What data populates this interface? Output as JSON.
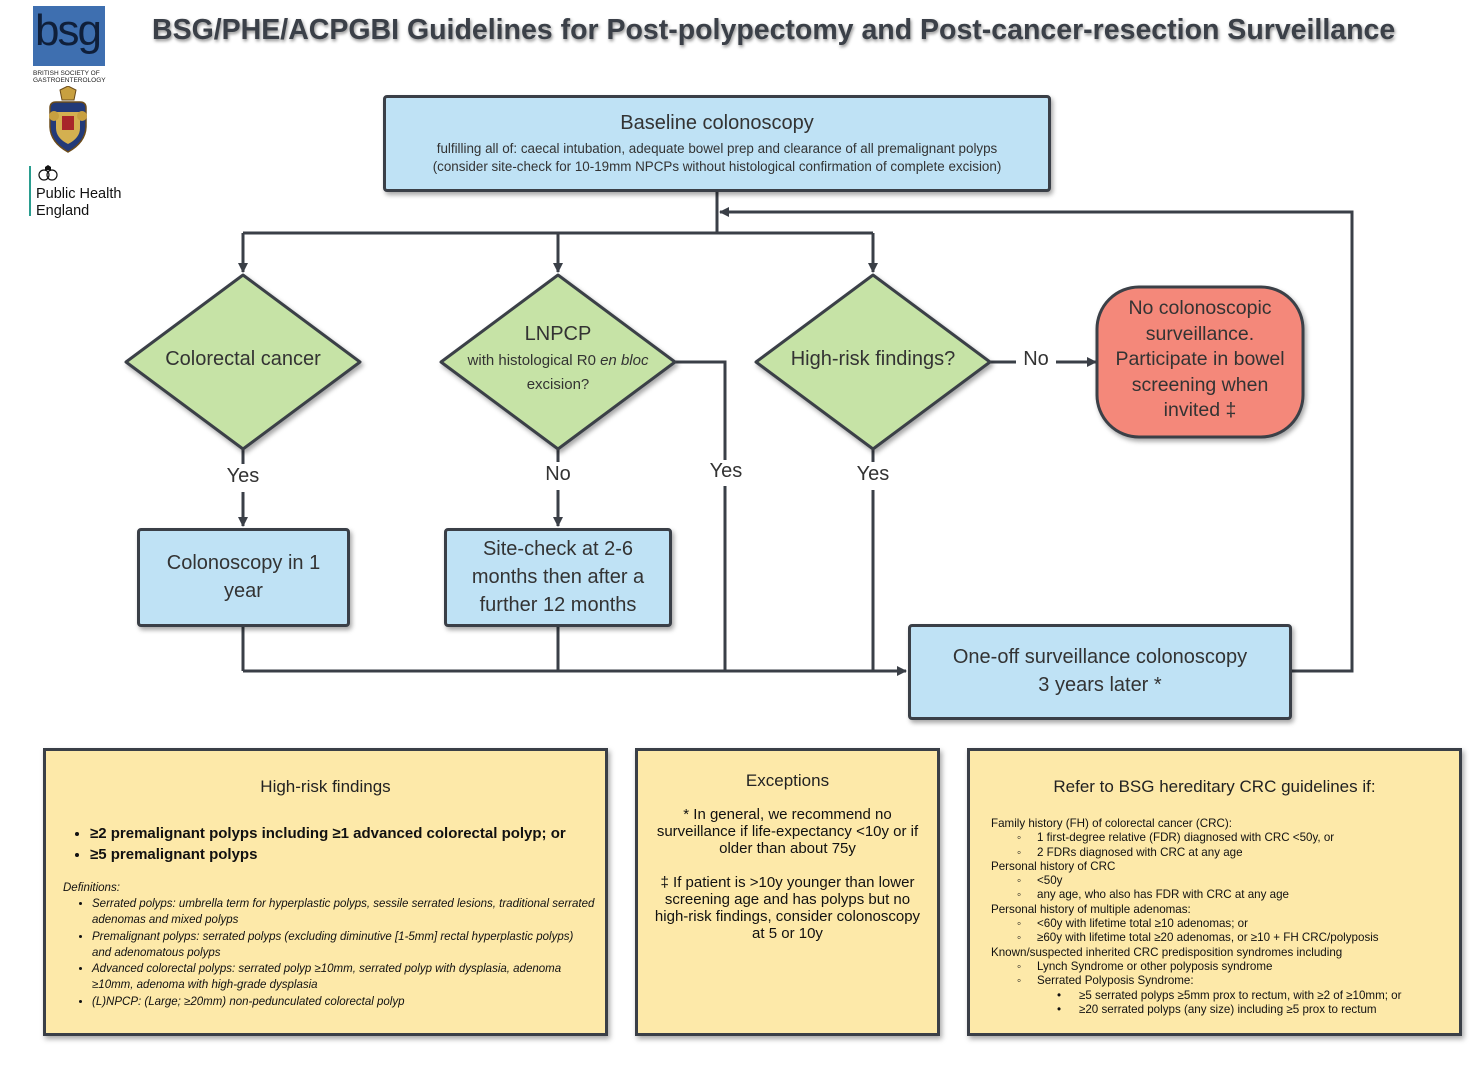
{
  "header": {
    "title": "BSG/PHE/ACPGBI Guidelines for Post-polypectomy and Post-cancer-resection Surveillance"
  },
  "logos": {
    "bsg_wordmark": "bsg",
    "bsg_caption": "BRITISH SOCIETY OF GASTROENTEROLOGY",
    "phe_line1": "Public Health",
    "phe_line2": "England"
  },
  "flow": {
    "baseline": {
      "title": "Baseline colonoscopy",
      "line1": "fulfilling all of: caecal intubation, adequate bowel prep and clearance of all premalignant polyps",
      "line2": "(consider site-check for 10-19mm NPCPs without histological confirmation of complete excision)"
    },
    "colorectal_cancer": "Colorectal cancer",
    "lnpcp_title": "LNPCP",
    "lnpcp_sub_a": "with histological R0 ",
    "lnpcp_sub_em": "en bloc",
    "lnpcp_sub_b": "excision?",
    "high_risk": "High-risk findings?",
    "no_surveillance": "No colonoscopic surveillance. Participate in bowel screening when invited ‡",
    "yes": "Yes",
    "no": "No",
    "colonoscopy_1yr": "Colonoscopy in 1 year",
    "site_check": "Site-check at 2-6 months then after a further 12 months",
    "one_off_line1": "One-off surveillance colonoscopy",
    "one_off_line2": "3 years later *"
  },
  "panels": {
    "high_risk": {
      "title": "High-risk findings",
      "criteria": [
        "≥2 premalignant polyps including ≥1 advanced colorectal polyp; or",
        "≥5 premalignant polyps"
      ],
      "definitions_heading": "Definitions:",
      "definitions": [
        "Serrated polyps: umbrella term for hyperplastic polyps, sessile serrated lesions, traditional serrated adenomas and mixed polyps",
        "Premalignant polyps: serrated polyps (excluding diminutive [1-5mm] rectal hyperplastic polyps) and adenomatous polyps",
        "Advanced colorectal polyps: serrated polyp ≥10mm, serrated polyp with dysplasia, adenoma ≥10mm, adenoma with high-grade dysplasia",
        "(L)NPCP: (Large; ≥20mm) non-pedunculated colorectal polyp"
      ]
    },
    "exceptions": {
      "title": "Exceptions",
      "para1": "* In general, we recommend no surveillance if life-expectancy <10y or if older than about 75y",
      "para2": "‡ If patient is >10y younger than lower screening age and has polyps but no high-risk findings, consider colonoscopy at 5 or 10y"
    },
    "hereditary": {
      "title": "Refer to BSG hereditary CRC guidelines if:",
      "fh": "Family history (FH) of colorectal cancer (CRC):",
      "fh_items": [
        "1 first-degree relative (FDR) diagnosed with CRC <50y, or",
        "2 FDRs diagnosed with CRC at any age"
      ],
      "ph": "Personal history of CRC",
      "ph_items": [
        "<50y",
        "any age, who also has FDR with CRC at any age"
      ],
      "pm": "Personal history of multiple adenomas:",
      "pm_items": [
        "<60y with lifetime total ≥10 adenomas; or",
        "≥60y with lifetime total ≥20 adenomas, or ≥10 + FH CRC/polyposis"
      ],
      "ks": "Known/suspected inherited CRC predisposition syndromes including",
      "ks_items": [
        "Lynch Syndrome or other polyposis syndrome",
        "Serrated Polyposis Syndrome:"
      ],
      "sps_items": [
        "≥5 serrated polyps ≥5mm prox to rectum, with ≥2 of ≥10mm; or",
        "≥20 serrated polyps (any size) including ≥5 prox to rectum"
      ]
    }
  },
  "colors": {
    "blue_box": "#bfe2f5",
    "green_decision": "#c6e3a6",
    "red_terminal": "#f4887a",
    "yellow_panel": "#fde9a9",
    "outline": "#3a3f47"
  }
}
